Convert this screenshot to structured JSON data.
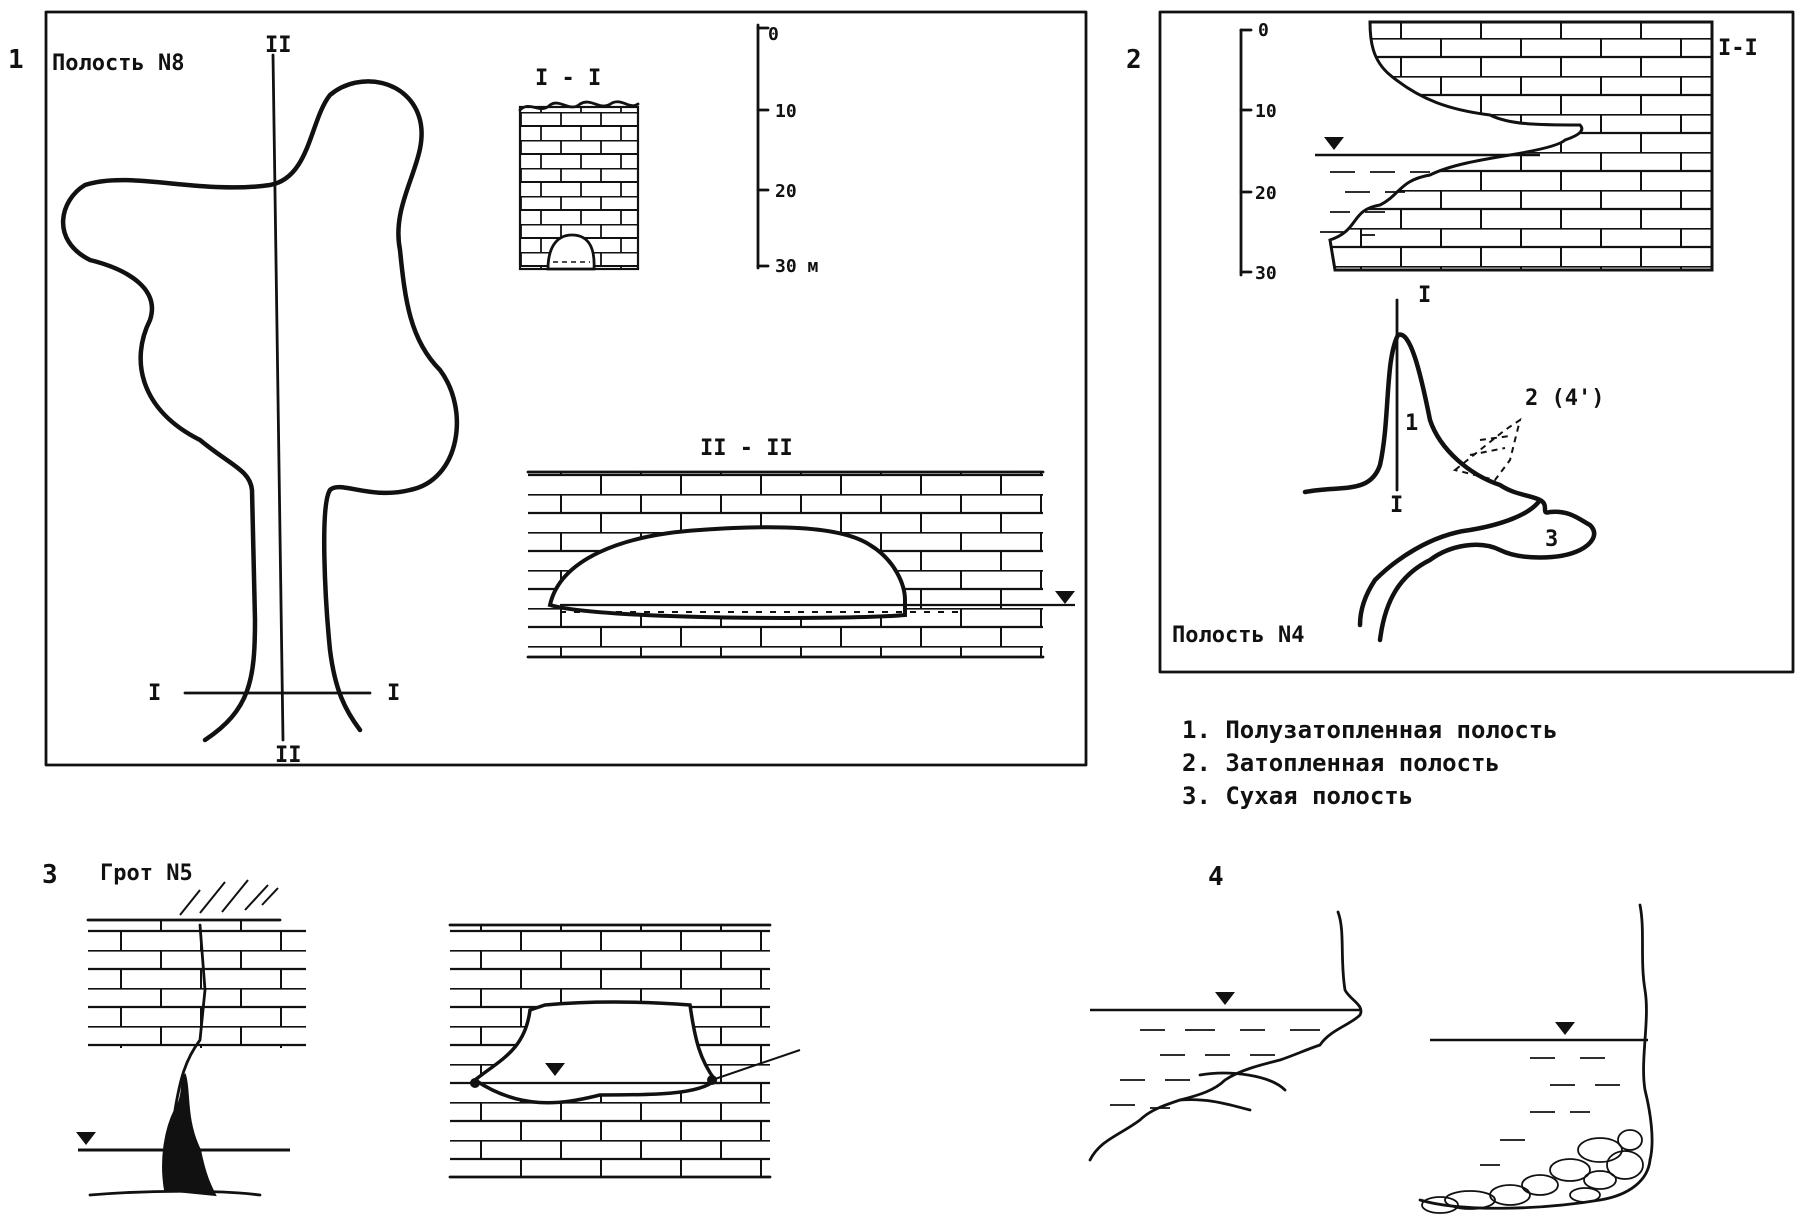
{
  "panels": {
    "p1": {
      "number": "1",
      "title": "Полость N8",
      "section_I_label": "I",
      "section_II_label": "II",
      "section_I_title": "I - I",
      "section_II_title": "II - II",
      "scale_ticks": [
        "0",
        "10",
        "20",
        "30 м"
      ]
    },
    "p2": {
      "number": "2",
      "title": "Полость N4",
      "section_title": "I-I",
      "section_label": "I",
      "scale_ticks": [
        "0",
        "10",
        "20",
        "30"
      ],
      "marker_1": "1",
      "marker_2": "2 (4')",
      "marker_3": "3"
    },
    "p3": {
      "number": "3",
      "title": "Грот N5"
    },
    "p4": {
      "number": "4"
    }
  },
  "legend": {
    "items": [
      "1. Полузатопленная полость",
      "2. Затопленная полость",
      "3. Сухая полость"
    ]
  }
}
